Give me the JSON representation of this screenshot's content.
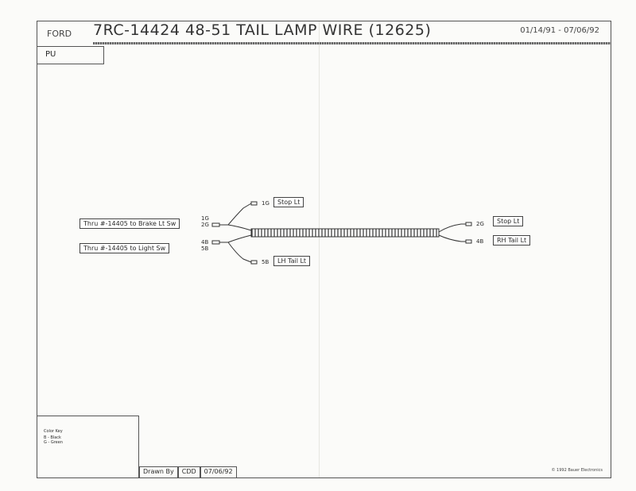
{
  "header": {
    "make": "FORD",
    "code": "7RC-14424  48-51 TAIL LAMP WIRE (12625)",
    "dates": "01/14/91 - 07/06/92"
  },
  "model": "PU",
  "left_labels": {
    "brake": "Thru #-14405 to Brake Lt Sw",
    "light": "Thru #-14405 to Light Sw"
  },
  "left_pins": {
    "upper": [
      "1G",
      "2G"
    ],
    "lower": [
      "4B",
      "5B"
    ]
  },
  "branch_pins": {
    "top": "1G",
    "bottom": "5B"
  },
  "branch_labels": {
    "top": "Stop Lt",
    "bottom": "LH Tail Lt"
  },
  "right_pins": {
    "top": "2G",
    "bottom": "4B"
  },
  "right_labels": {
    "top": "Stop Lt",
    "bottom": "RH Tail Lt"
  },
  "color_key": {
    "title": "Color Key",
    "entries": [
      "B - Black",
      "G - Green"
    ]
  },
  "drawn_by": {
    "label": "Drawn By",
    "initials": "CDD",
    "date": "07/06/92"
  },
  "copyright": "© 1992 Bauer Electronics",
  "colors": {
    "line": "#333333",
    "paper": "#fbfbf9",
    "border": "#555555"
  }
}
